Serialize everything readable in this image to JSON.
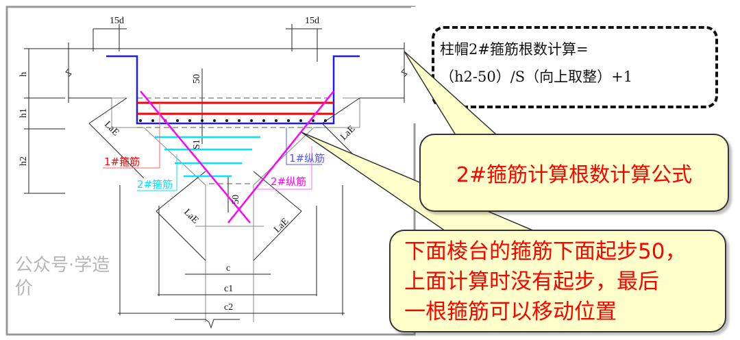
{
  "diagram": {
    "dims": {
      "top_left": "15d",
      "top_right": "15d",
      "h": "h",
      "h1": "h1",
      "h2": "h2",
      "fifty_top": "50",
      "s1": "S1",
      "fifty_low": "50",
      "c": "c",
      "c1": "c1",
      "c2": "c2",
      "lae": "LaE"
    },
    "labels": {
      "stirrup1": "1#箍筋",
      "stirrup2": "2#箍筋",
      "long1": "1#纵筋",
      "long2": "2#纵筋"
    },
    "colors": {
      "blue": "#1a1aff",
      "red": "#ff0000",
      "cyan": "#00e5ff",
      "magenta": "#ff00ff"
    }
  },
  "formula": {
    "line1": "柱帽2#箍筋根数计算=",
    "line2": "（h2-50）/S（向上取整）+1"
  },
  "callout1": {
    "text": "2#箍筋计算根数计算公式"
  },
  "callout2": {
    "line1": "下面棱台的箍筋下面起步50，",
    "line2": "上面计算时没有起步，最后",
    "line3": "一根箍筋可以移动位置"
  },
  "watermark": "公众号·学造价"
}
